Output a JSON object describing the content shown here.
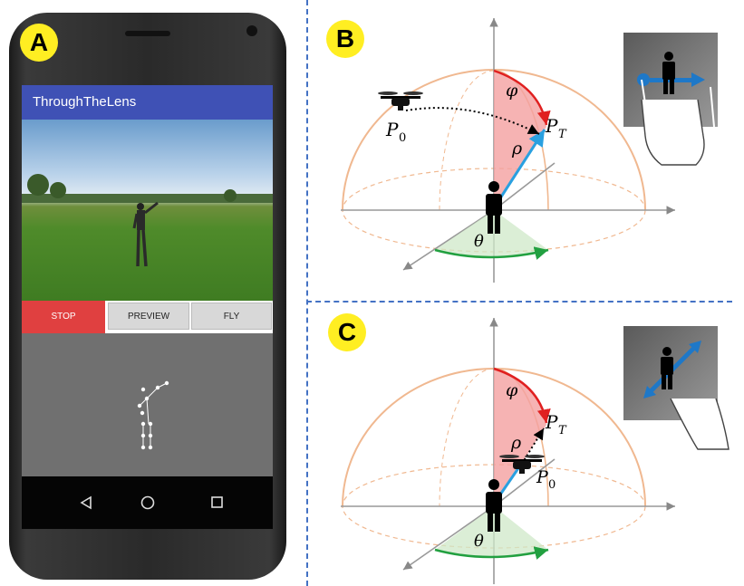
{
  "badges": {
    "a": "A",
    "b": "B",
    "c": "C"
  },
  "app": {
    "title": "ThroughTheLens",
    "buttons": {
      "stop": "STOP",
      "preview": "PREVIEW",
      "fly": "FLY"
    }
  },
  "diagram": {
    "phi": "φ",
    "rho": "ρ",
    "theta": "θ",
    "target_label": "P",
    "target_sub": "T",
    "origin_label": "P",
    "origin_sub": "0"
  },
  "colors": {
    "badge": "#ffee22",
    "appbar": "#3f51b5",
    "stop": "#e04040",
    "phi_arc": "#e02020",
    "rho_vec": "#2aa0e0",
    "theta_arc": "#22a040",
    "dome": "#f0b890",
    "divider": "#4472c4"
  }
}
